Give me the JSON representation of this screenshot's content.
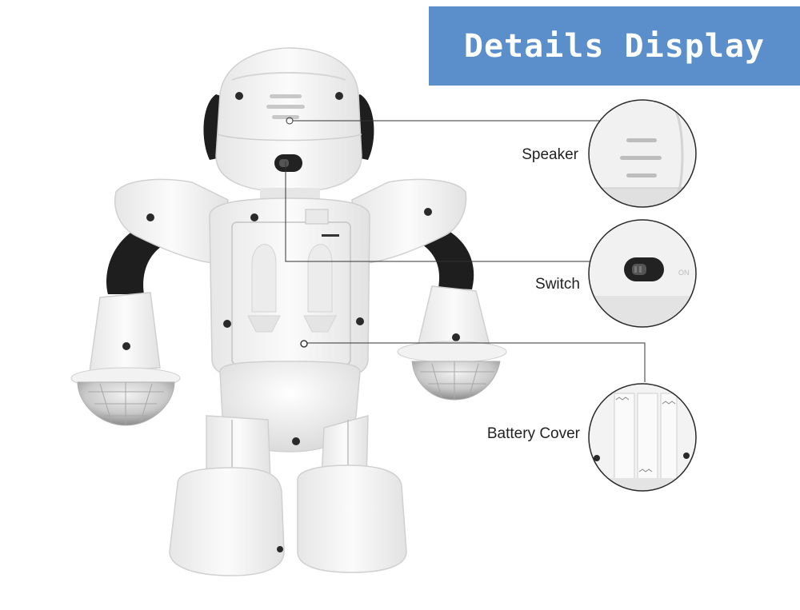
{
  "banner": {
    "title": "Details Display"
  },
  "callouts": {
    "speaker": "Speaker",
    "switch": "Switch",
    "battery": "Battery Cover"
  },
  "colors": {
    "banner_bg": "#5a8fcb",
    "banner_text": "#ffffff",
    "robot_body": "#f4f4f4",
    "robot_shadow": "#d9d9d9",
    "robot_dark": "#1e1e1e"
  }
}
